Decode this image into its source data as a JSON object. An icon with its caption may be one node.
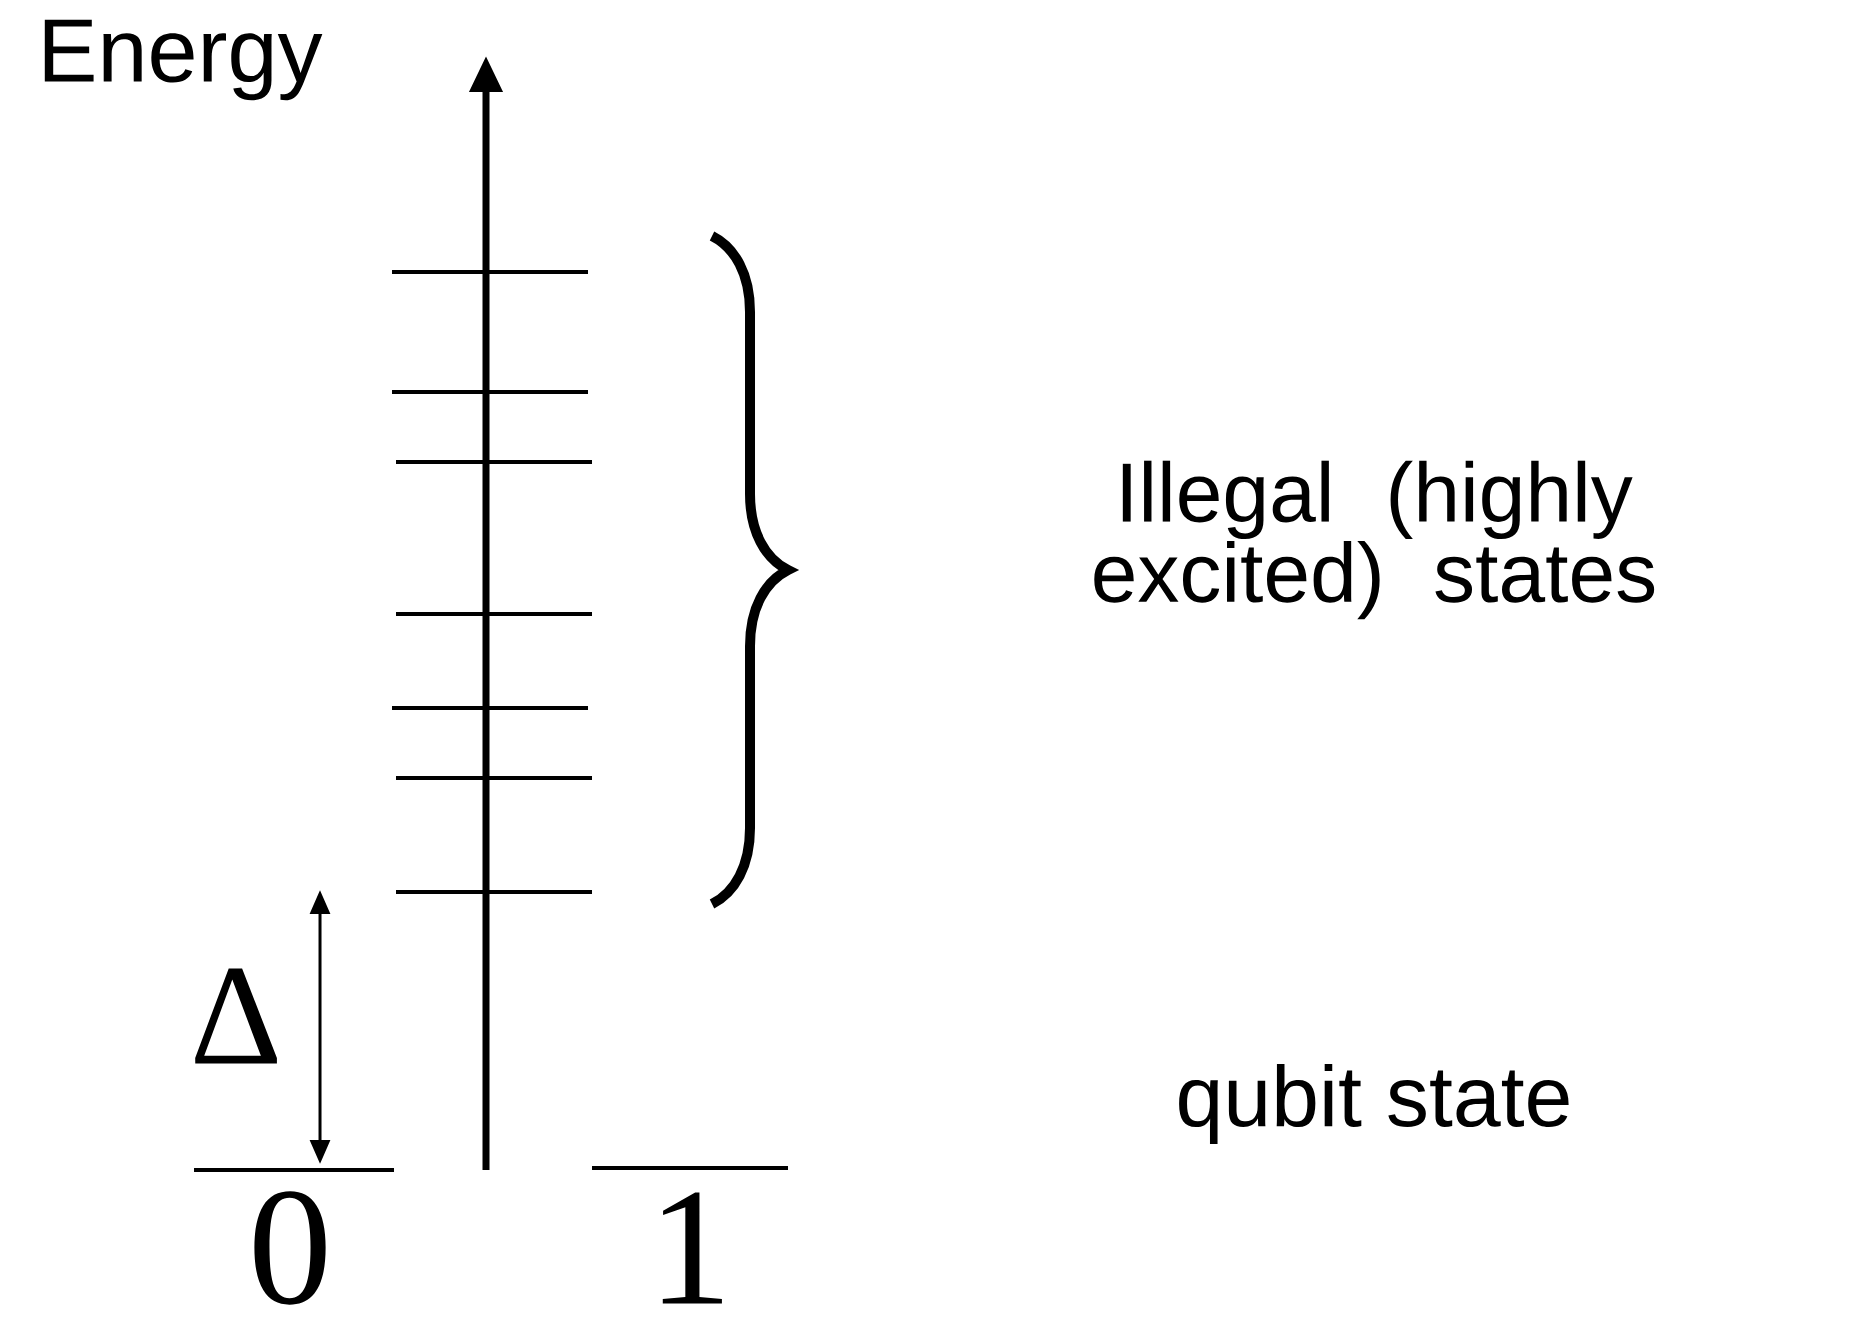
{
  "diagram": {
    "labels": [
      "Energy",
      "Illegal (highly excited) states",
      "Δ",
      "qubit state",
      "0",
      "1"
    ]
  }
}
